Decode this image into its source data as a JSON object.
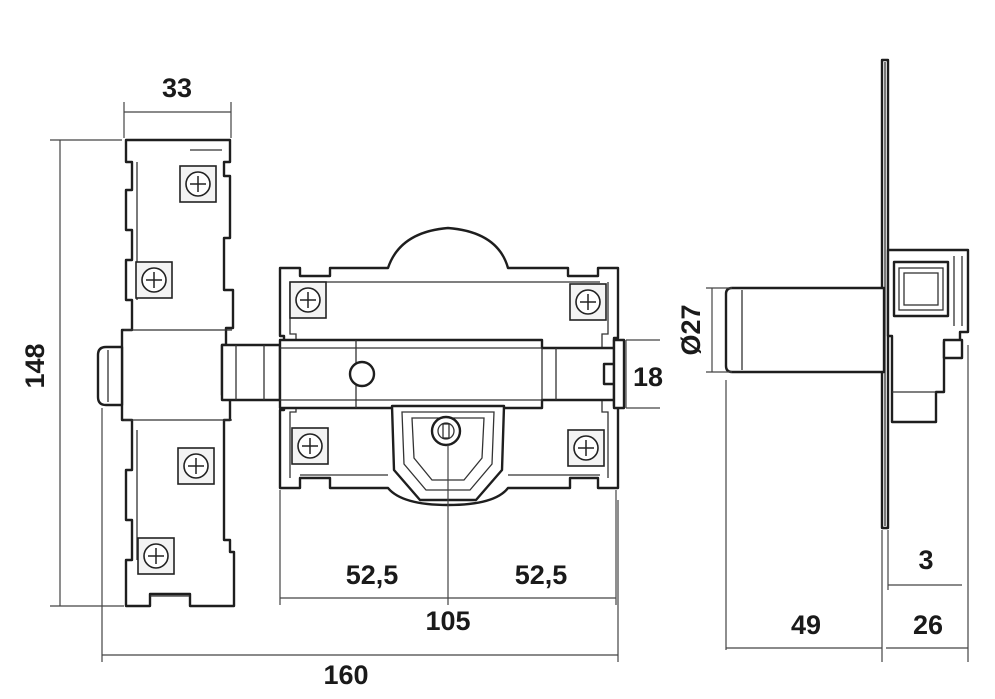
{
  "dimensions": {
    "key_plate_width": "33",
    "overall_height": "148",
    "bolt_height": "18",
    "left_spacing": "52,5",
    "right_spacing": "52,5",
    "screw_spacing": "105",
    "overall_length": "160",
    "cylinder_diameter": "Ø27",
    "plate_thickness": "3",
    "cylinder_projection": "49",
    "body_depth": "26"
  }
}
